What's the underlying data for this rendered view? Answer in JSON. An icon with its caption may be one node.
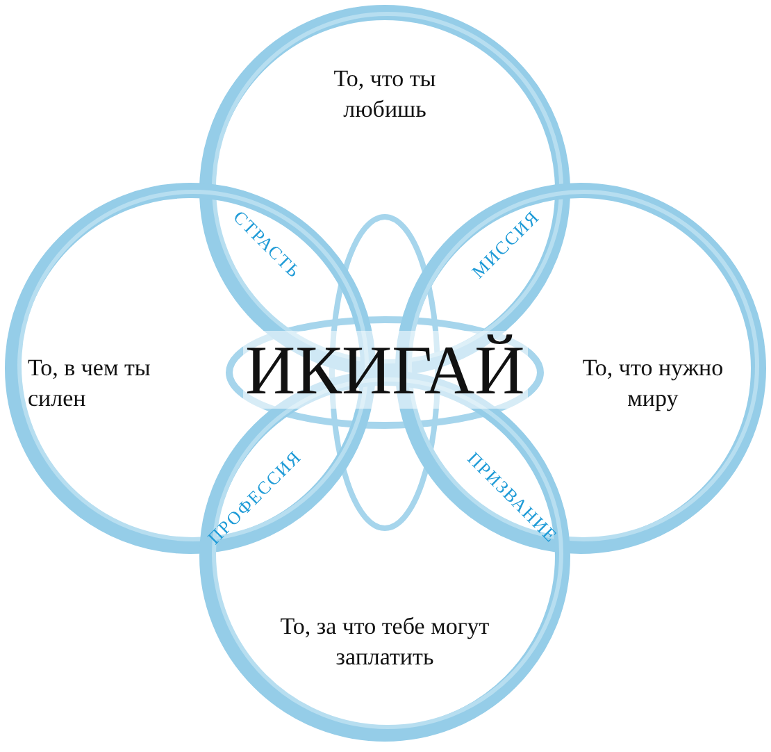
{
  "diagram": {
    "title": "ИКИГАЙ",
    "nodes": [
      {
        "text": [
          "То, что ты любишь"
        ]
      },
      {
        "text": [
          "То, в чем ты силен"
        ]
      },
      {
        "text": [
          "То, что нужно миру"
        ]
      },
      {
        "text": [
          "То, за что тебе могут заплатить"
        ]
      }
    ],
    "labels": [
      "СТРАСТЬ",
      "МИССИЯ",
      "ПРОФЕССИЯ",
      "ПРИЗВАНИЕ"
    ]
  }
}
